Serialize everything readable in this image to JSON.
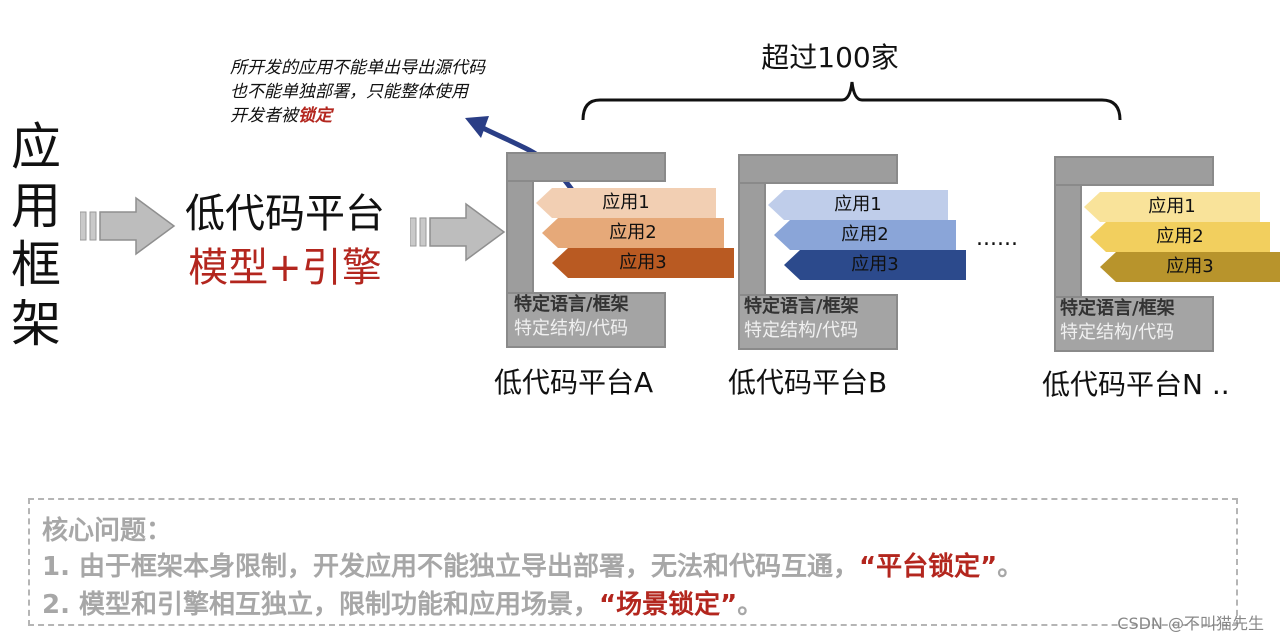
{
  "left_title": [
    "应",
    "用",
    "框",
    "架"
  ],
  "center": {
    "title": "低代码平台",
    "subtitle": "模型+引擎"
  },
  "note": {
    "line1": "所开发的应用不能单出导出源代码",
    "line2": "也不能单独部署，只能整体使用",
    "line3_prefix": "开发者被",
    "line3_emph": "锁定"
  },
  "brace_label": "超过100家",
  "ellipsis": "......",
  "platforms": [
    {
      "label": "低代码平台A",
      "lang": "特定语言/框架",
      "struct": "特定结构/代码",
      "apps": [
        "应用1",
        "应用2",
        "应用3"
      ],
      "colors": [
        "#f2cfb3",
        "#e6a979",
        "#b95a22"
      ]
    },
    {
      "label": "低代码平台B",
      "lang": "特定语言/框架",
      "struct": "特定结构/代码",
      "apps": [
        "应用1",
        "应用2",
        "应用3"
      ],
      "colors": [
        "#bfcdea",
        "#8aa5d8",
        "#2c4a8c"
      ]
    },
    {
      "label": "低代码平台N ..",
      "lang": "特定语言/框架",
      "struct": "特定结构/代码",
      "apps": [
        "应用1",
        "应用2",
        "应用3"
      ],
      "colors": [
        "#f9e39a",
        "#f2cf5e",
        "#b8942c"
      ]
    }
  ],
  "core": {
    "heading": "核心问题：",
    "line1_prefix": "1. 由于框架本身限制，开发应用不能独立导出部署，无法和代码互通，",
    "line1_emph": "“平台锁定”",
    "line1_suffix": "。",
    "line2_prefix": "2. 模型和引擎相互独立，限制功能和应用场景，",
    "line2_emph": "“场景锁定”",
    "line2_suffix": "。"
  },
  "watermark": "CSDN @不叫猫先生"
}
